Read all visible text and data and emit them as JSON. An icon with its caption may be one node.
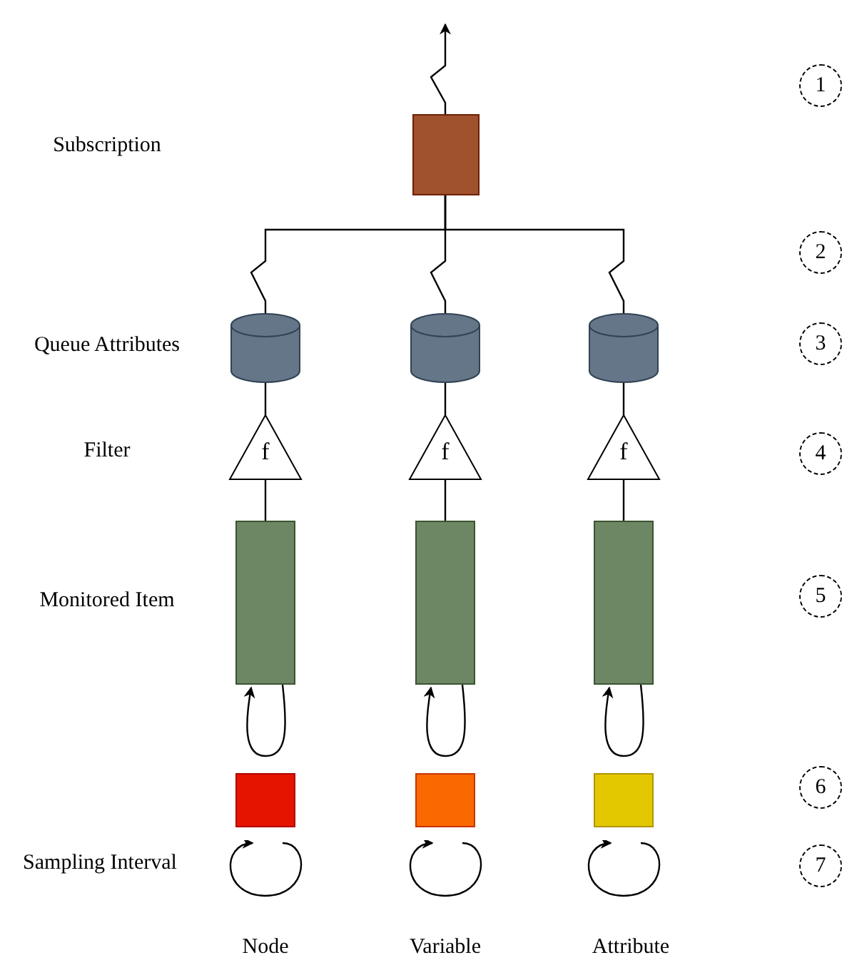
{
  "diagram": {
    "nodes": [
      {
        "text": [],
        "shape": "box"
      },
      {
        "text": [],
        "shape": "cylinder"
      },
      {
        "text": [],
        "shape": "cylinder"
      },
      {
        "text": [],
        "shape": "cylinder"
      },
      {
        "text": [
          "f"
        ]
      },
      {
        "text": [
          "f"
        ]
      },
      {
        "text": [
          "f"
        ]
      },
      {
        "text": [],
        "shape": "box"
      },
      {
        "text": [],
        "shape": "box"
      },
      {
        "text": [],
        "shape": "box"
      },
      {
        "text": [],
        "shape": "box"
      },
      {
        "text": [],
        "shape": "box"
      },
      {
        "text": [],
        "shape": "box"
      },
      {
        "text": [
          "1"
        ]
      },
      {
        "text": [
          "2"
        ]
      },
      {
        "text": [
          "3"
        ]
      },
      {
        "text": [
          "4"
        ]
      },
      {
        "text": [
          "5"
        ]
      },
      {
        "text": [
          "6"
        ]
      },
      {
        "text": [
          "7"
        ]
      }
    ],
    "edges": [
      {
        "from": 0,
        "to": null,
        "arrow": "to"
      },
      {
        "from": 0,
        "to": 1,
        "arrow": "none"
      },
      {
        "from": 0,
        "to": 2,
        "arrow": "none"
      },
      {
        "from": 0,
        "to": 3,
        "arrow": "none"
      },
      {
        "from": 1,
        "to": 4,
        "arrow": "none"
      },
      {
        "from": 2,
        "to": 5,
        "arrow": "none"
      },
      {
        "from": 3,
        "to": 6,
        "arrow": "none"
      },
      {
        "from": 4,
        "to": 7,
        "arrow": "none"
      },
      {
        "from": 5,
        "to": 8,
        "arrow": "none"
      },
      {
        "from": 6,
        "to": 9,
        "arrow": "none"
      },
      {
        "from": 7,
        "to": 7,
        "arrow": "to"
      },
      {
        "from": 8,
        "to": 8,
        "arrow": "to"
      },
      {
        "from": 9,
        "to": 9,
        "arrow": "to"
      }
    ],
    "labels": [
      "Subscription",
      "Queue Attributes",
      "Filter",
      "Monitored Item",
      "Sampling Interval",
      "Node",
      "Variable",
      "Attribute"
    ]
  }
}
